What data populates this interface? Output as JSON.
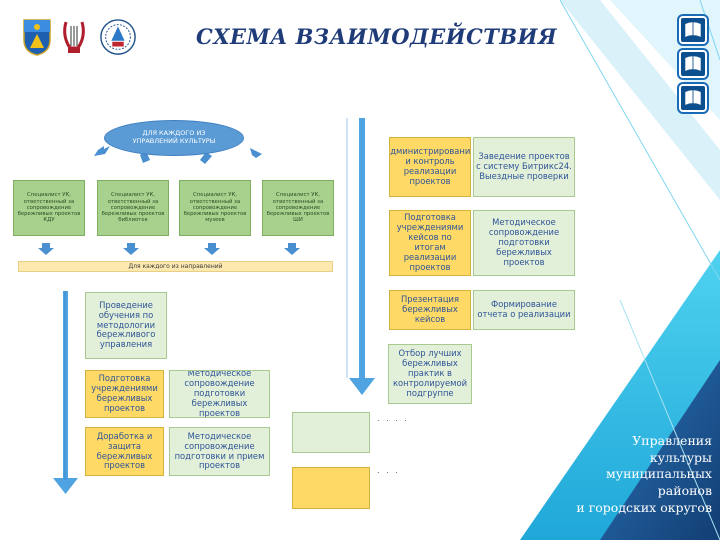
{
  "header": {
    "title": "СХЕМА ВЗАИМОДЕЙСТВИЯ"
  },
  "diagram": {
    "top_node": "ДЛЯ КАЖДОГО ИЗ УПРАВЛЕНИЙ КУЛЬТУРЫ",
    "specialists": [
      "Специалист УК, ответственный за сопровождение бережливых проектов КДУ",
      "Специалист УК, ответственный за сопровождение бережливых проектов библиотек",
      "Специалист УК, ответственный за сопровождение бережливых проектов музеев",
      "Специалист УК, ответственный за сопровождение бережливых проектов ШИ"
    ],
    "bar_label": "Для каждого из направлений",
    "left_column": {
      "training": "Проведение обучения по методологии бережливого управления",
      "prep_yellow": "Подготовка учреждениями бережливых проектов",
      "prep_green": "Методическое сопровождение подготовки бережливых проектов",
      "defense_yellow": "Доработка и защита бережливых проектов",
      "defense_green": "Методическое сопровождение подготовки и прием проектов"
    },
    "right_column": {
      "admin_yellow": "Администрирование и контроль реализации проектов",
      "admin_green": "Заведение проектов с систему Битрикс24. Выездные проверки",
      "cases_yellow": "Подготовка учреждениями кейсов по итогам реализации проектов",
      "cases_green": "Методическое сопровождение подготовки бережливых проектов",
      "present_yellow": "Презентация бережливых кейсов",
      "present_green": "Формирование отчета о реализации",
      "select_green": "Отбор лучших бережливых практик в контролируемой подгруппе"
    },
    "legend": {
      "green_dots": ". . .    .",
      "yellow_dots": ". .      ."
    }
  },
  "caption": {
    "lines": [
      "Управления",
      "культуры",
      "муниципальных",
      "районов",
      "и городских округов"
    ]
  },
  "colors": {
    "accent_blue": "#1f3c78",
    "oval_blue": "#5b9bd5",
    "spec_green": "#a9d18e",
    "light_green": "#e2efd9",
    "yellow": "#ffd966",
    "deco_cyan": "#2ec4e8",
    "deco_navy": "#1b4f8a"
  },
  "icons": [
    "belgorod-coat-of-arms-icon",
    "lyre-logo-icon",
    "institute-emblem-icon",
    "book-icon"
  ]
}
